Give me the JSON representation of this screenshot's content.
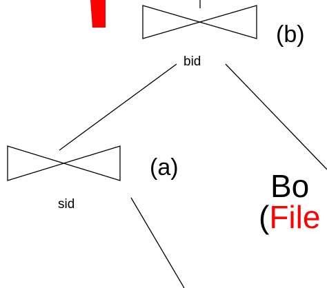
{
  "colors": {
    "stroke": "#000000",
    "highlight": "#ff0000"
  },
  "join_b": {
    "attribute": "bid",
    "tag": "(b)"
  },
  "join_a": {
    "attribute": "sid",
    "tag": "(a)"
  },
  "relation_right": {
    "name_fragment": "Bo",
    "note_open": "(",
    "note_fragment": "File"
  }
}
